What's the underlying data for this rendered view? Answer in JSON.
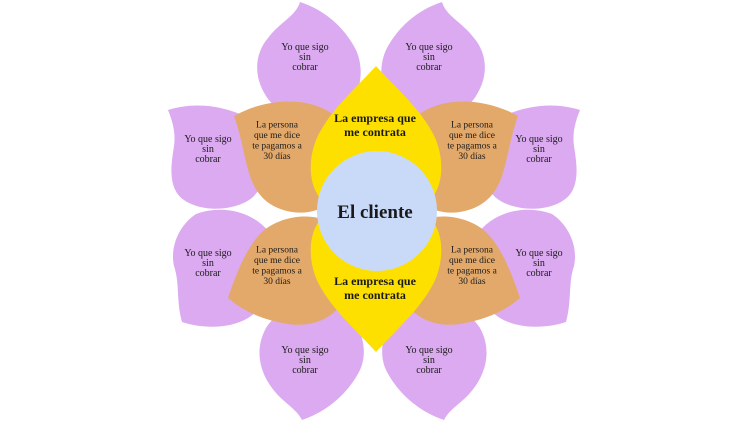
{
  "colors": {
    "purple": "#dcaaf0",
    "orange": "#e3a96b",
    "yellow": "#fde000",
    "center": "#c9daf8"
  },
  "center_label": "El cliente",
  "yellow_label": [
    "La empresa que",
    "me contrata"
  ],
  "orange_label": [
    "La persona",
    "que me dice",
    "te pagamos a",
    "30 días"
  ],
  "purple_label": [
    "Yo que sigo",
    "sin",
    "cobrar"
  ]
}
